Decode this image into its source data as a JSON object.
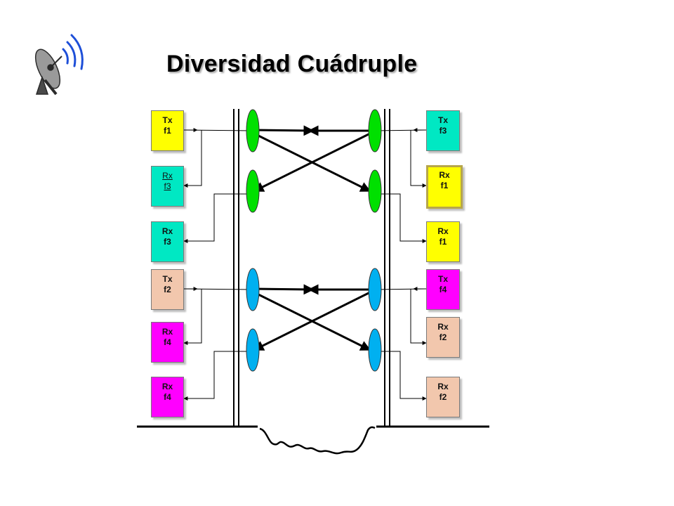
{
  "title": "Diversidad Cuádruple",
  "logo": {
    "icon": "satellite-dish-icon",
    "colors": [
      "#5a5a5a",
      "#1e4fd8"
    ]
  },
  "colors": {
    "yellow": "#ffff00",
    "cyan": "#00e8c3",
    "peach": "#f2c7ad",
    "magenta": "#ff00ff",
    "antenna_green": "#00e000",
    "antenna_blue": "#00b0f0"
  },
  "left_units": [
    {
      "line1": "Tx",
      "line2": "f1",
      "color": "#ffff00"
    },
    {
      "line1": "Rx",
      "line2": "f3",
      "color": "#00e8c3",
      "style": "underline"
    },
    {
      "line1": "Rx",
      "line2": "f3",
      "color": "#00e8c3"
    },
    {
      "line1": "Tx",
      "line2": "f2",
      "color": "#f2c7ad"
    },
    {
      "line1": "Rx",
      "line2": "f4",
      "color": "#ff00ff"
    },
    {
      "line1": "Rx",
      "line2": "f4",
      "color": "#ff00ff"
    }
  ],
  "right_units": [
    {
      "line1": "Tx",
      "line2": "f3",
      "color": "#00e8c3"
    },
    {
      "line1": "Rx",
      "line2": "f1",
      "color": "#ffff00",
      "style": "framed"
    },
    {
      "line1": "Rx",
      "line2": "f1",
      "color": "#ffff00"
    },
    {
      "line1": "Tx",
      "line2": "f4",
      "color": "#ff00ff"
    },
    {
      "line1": "Rx",
      "line2": "f2",
      "color": "#f2c7ad"
    },
    {
      "line1": "Rx",
      "line2": "f2",
      "color": "#f2c7ad"
    }
  ]
}
